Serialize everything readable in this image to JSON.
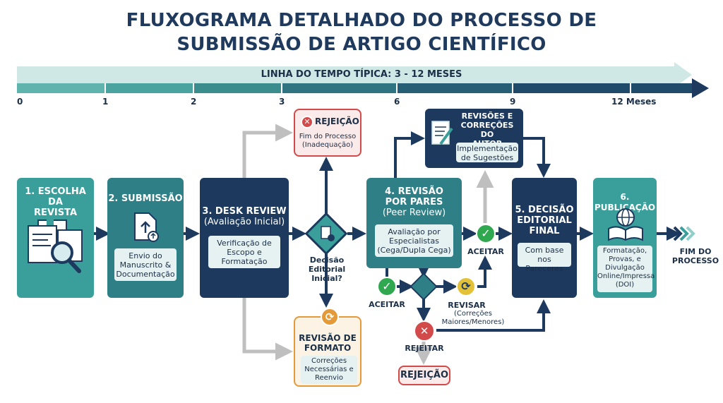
{
  "title": {
    "line1": "FLUXOGRAMA DETALHADO DO PROCESSO DE",
    "line2": "SUBMISSÃO DE ARTIGO CIENTÍFICO"
  },
  "timeline": {
    "label": "LINHA DO TEMPO TÍPICA: 3 - 12 MESES",
    "ticks": [
      "0",
      "1",
      "2",
      "3",
      "6",
      "9",
      "12 Meses"
    ]
  },
  "steps": {
    "escolha": {
      "title_l1": "1. ESCOLHA DA",
      "title_l2": "REVISTA"
    },
    "submissao": {
      "title": "2. SUBMISSÃO",
      "desc_l1": "Envio do",
      "desc_l2": "Manuscrito &",
      "desc_l3": "Documentação"
    },
    "desk": {
      "title_l1": "3. DESK REVIEW",
      "title_l2": "(Avaliação Inicial)",
      "desc_l1": "Verificação de",
      "desc_l2": "Escopo e",
      "desc_l3": "Formatação"
    },
    "revisao": {
      "title_l1": "4. REVISÃO",
      "title_l2": "POR PARES",
      "title_l3": "(Peer Review)",
      "desc_l1": "Avaliação por",
      "desc_l2": "Especialistas",
      "desc_l3": "(Cega/Dupla Cega)"
    },
    "decisao_final": {
      "title_l1": "5. DECISÃO",
      "title_l2": "EDITORIAL",
      "title_l3": "FINAL",
      "desc_l1": "Com base nos",
      "desc_l2": "Pareceres"
    },
    "publicacao": {
      "title": "6. PUBLICAÇÃO",
      "desc_l1": "Formatação,",
      "desc_l2": "Provas, e",
      "desc_l3": "Divulgação",
      "desc_l4": "Online/Impressa",
      "desc_l5": "(DOI)"
    }
  },
  "revisoes_autor": {
    "title_l1": "REVISÕES E",
    "title_l2": "CORREÇÕES DO",
    "title_l3": "AUTOR",
    "desc_l1": "Implementação",
    "desc_l2": "de Sugestões"
  },
  "rejeicao_top": {
    "title": "REJEIÇÃO",
    "desc_l1": "Fim do Processo",
    "desc_l2": "(Inadequação)"
  },
  "revisao_formato": {
    "title_l1": "REVISÃO DE",
    "title_l2": "FORMATO",
    "desc_l1": "Correções",
    "desc_l2": "Necessárias e",
    "desc_l3": "Reenvio"
  },
  "decisao_inicial": {
    "l1": "Decisão",
    "l2": "Editorial Inicial?"
  },
  "labels": {
    "aceitar_top": "ACEITAR",
    "aceitar_bottom": "ACEITAR",
    "revisar": "REVISAR",
    "revisar_sub_l1": "(Correções",
    "revisar_sub_l2": "Maiores/Menores)",
    "rejeitar": "REJEITAR",
    "rejeicao_bottom": "REJEIÇÃO",
    "fim_l1": "FIM DO",
    "fim_l2": "PROCESSO"
  },
  "colors": {
    "navy": "#1d3a5e",
    "teal": "#3a9e9a",
    "green": "#2fa84f",
    "red": "#d34a4a",
    "orange": "#e59a3a",
    "gray_arrow": "#bfbfbf"
  }
}
